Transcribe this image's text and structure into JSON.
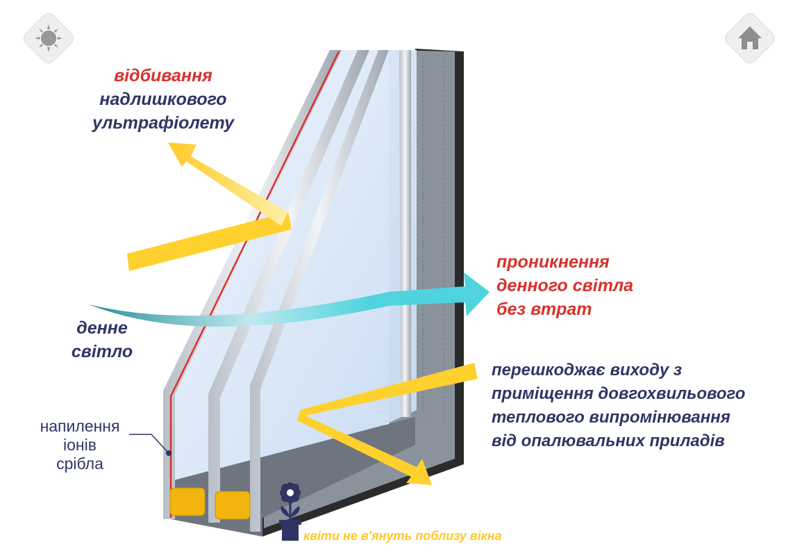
{
  "buttons": {
    "sun_icon": "sun-icon",
    "home_icon": "home-icon"
  },
  "labels": {
    "uv_line1": "відбивання",
    "uv_line2": "надлишкового",
    "uv_line3": "ультрафіолету",
    "daylight_line1": "денне",
    "daylight_line2": "світло",
    "pass_line1": "проникнення",
    "pass_line2": "денного світла",
    "pass_line3": "без втрат",
    "heat_line1": "перешкоджає виходу з",
    "heat_line2": "приміщення довгохвильового",
    "heat_line3": "теплового випромінювання",
    "heat_line4": "від опалювальних приладів",
    "coating_line1": "напилення",
    "coating_line2": "іонів",
    "coating_line3": "срібла",
    "flowers": "квіти не в'януть поблизу вікна"
  },
  "colors": {
    "navy": "#2f3563",
    "red": "#d8312c",
    "yellow": "#ffd12e",
    "cyan": "#4fd3de",
    "frame": "#2b2b2b"
  }
}
